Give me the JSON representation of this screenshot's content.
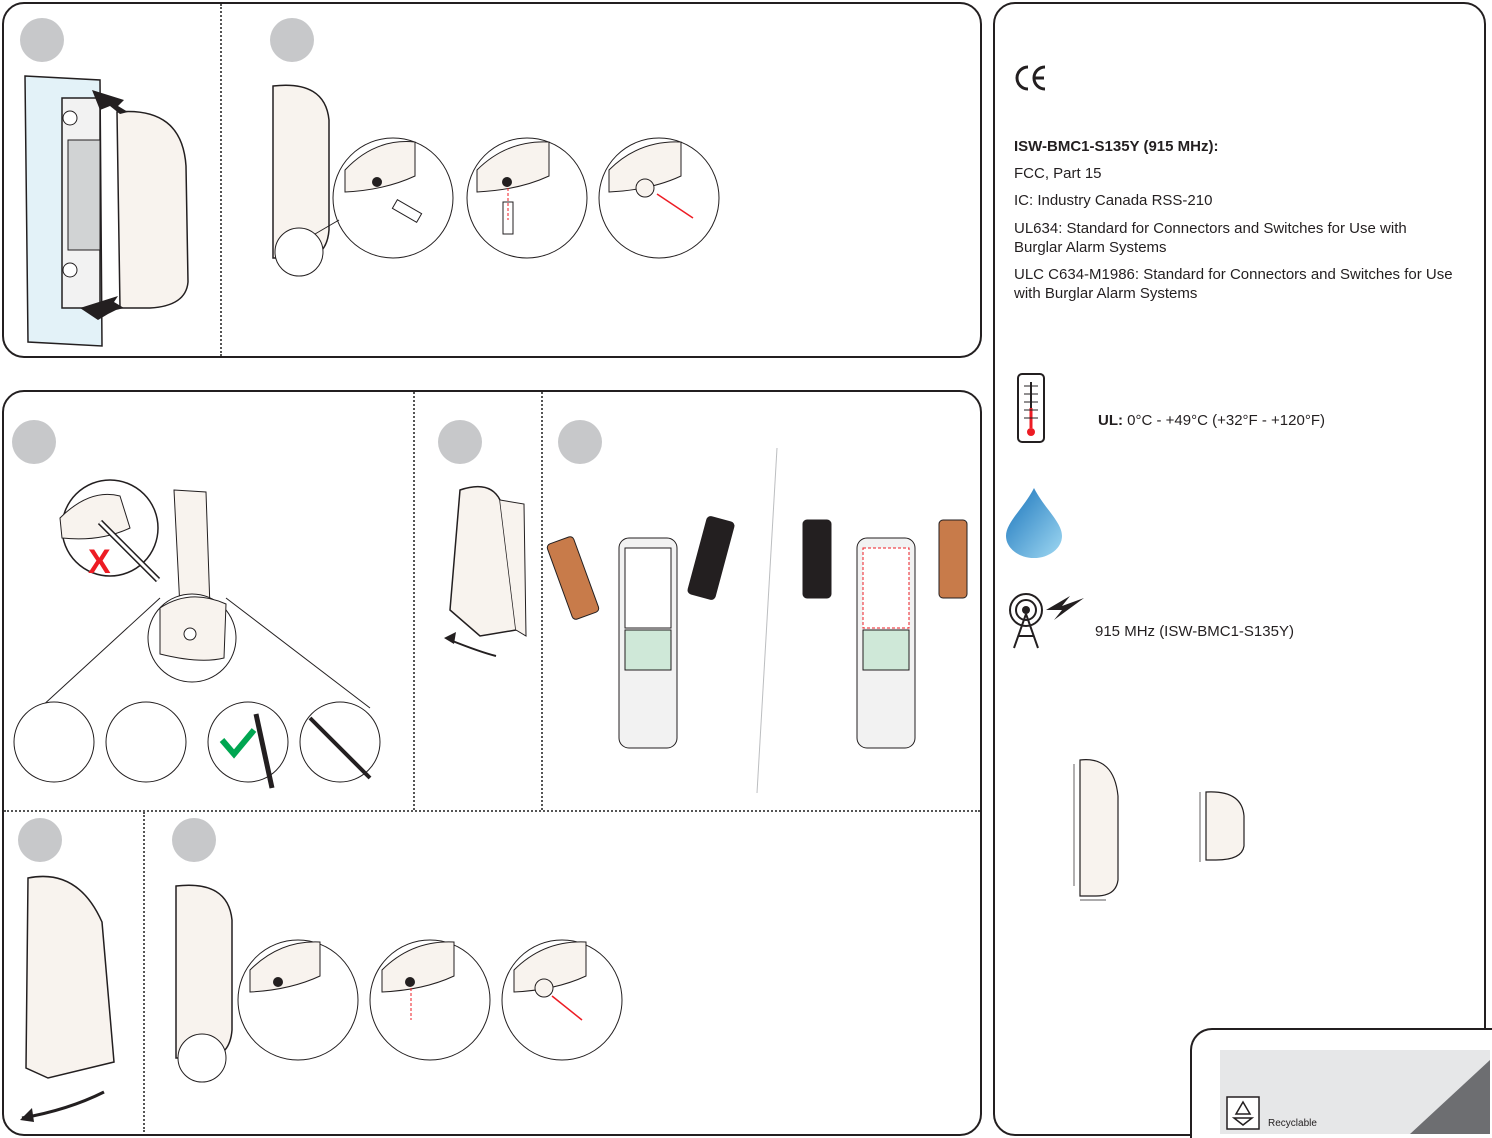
{
  "certifications": {
    "ce_mark": "CE",
    "model_heading": "ISW-BMC1-S135Y (915 MHz):",
    "lines": [
      "FCC, Part 15",
      "IC: Industry Canada RSS-210",
      "UL634: Standard for Connectors and Switches for Use with Burglar Alarm Systems",
      "ULC C634-M1986: Standard for Connectors and Switches for Use with Burglar Alarm Systems"
    ]
  },
  "temperature": {
    "label": "UL:",
    "value": " 0°C - +49°C (+32°F - +120°F)"
  },
  "frequency": {
    "value": "915 MHz (ISW-BMC1-S135Y)"
  },
  "recycle": {
    "label": "Recyclable"
  },
  "icons": [
    "ce-mark-icon",
    "thermometer-icon",
    "water-drop-icon",
    "radio-antenna-icon",
    "recycle-icon",
    "screwdriver-icon",
    "battery-icon",
    "check-icon",
    "x-mark-icon"
  ],
  "colors": {
    "step_badge": "#c7c8ca",
    "device_body": "#f8f3ee",
    "accent_red": "#ed1c24",
    "check_green": "#00a651",
    "wall_blue": "#e3f2f8",
    "drop_blue": "#29abe2"
  }
}
